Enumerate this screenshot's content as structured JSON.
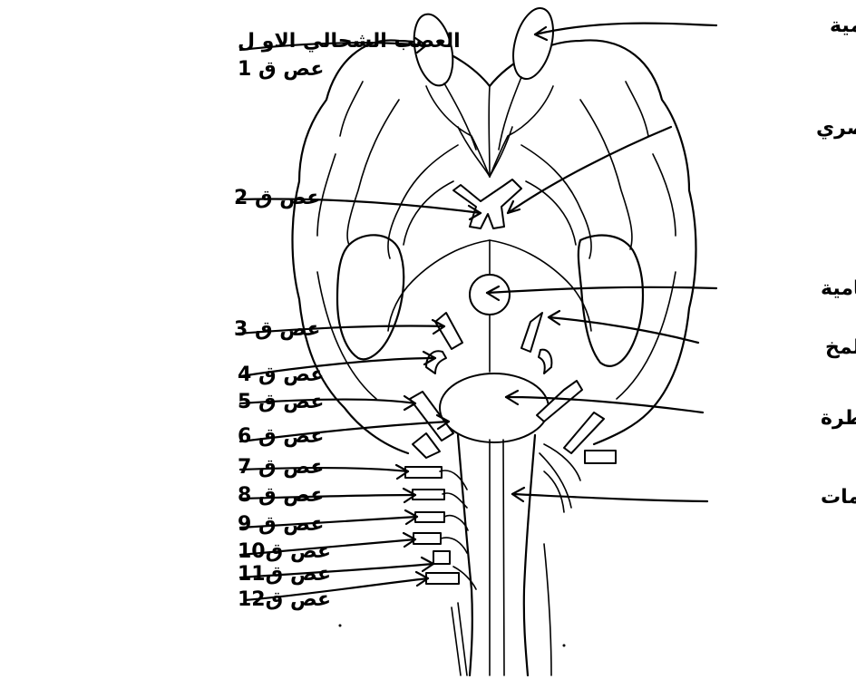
{
  "labels": {
    "olfactory_nerve_line1": "العصب الشحالي الاو ل",
    "olfactory_nerve_line2": "عص ق 1",
    "olfactory_bulb": "بصلة شمية",
    "optic_chiasm": "تصالب بصري",
    "cn2": "عص ق 2",
    "pituitary": "غدة نخامية",
    "cn3": "عص ق 3",
    "cerebral_peduncle": "سويقة المخ",
    "cn4": "عص ق 4",
    "cn5": "عص ق 5",
    "pons": "القنطرة",
    "cn6": "عص ق 6",
    "cn7": "عص ق 7",
    "pyramids": "الاهرامات",
    "cn8": "عص ق 8",
    "cn9": "عص ق 9",
    "cn10": "عص ق10",
    "cn11": "عص ق11",
    "cn12": "عص ق12"
  },
  "colors": {
    "ink": "#000000",
    "paper": "#ffffff"
  }
}
